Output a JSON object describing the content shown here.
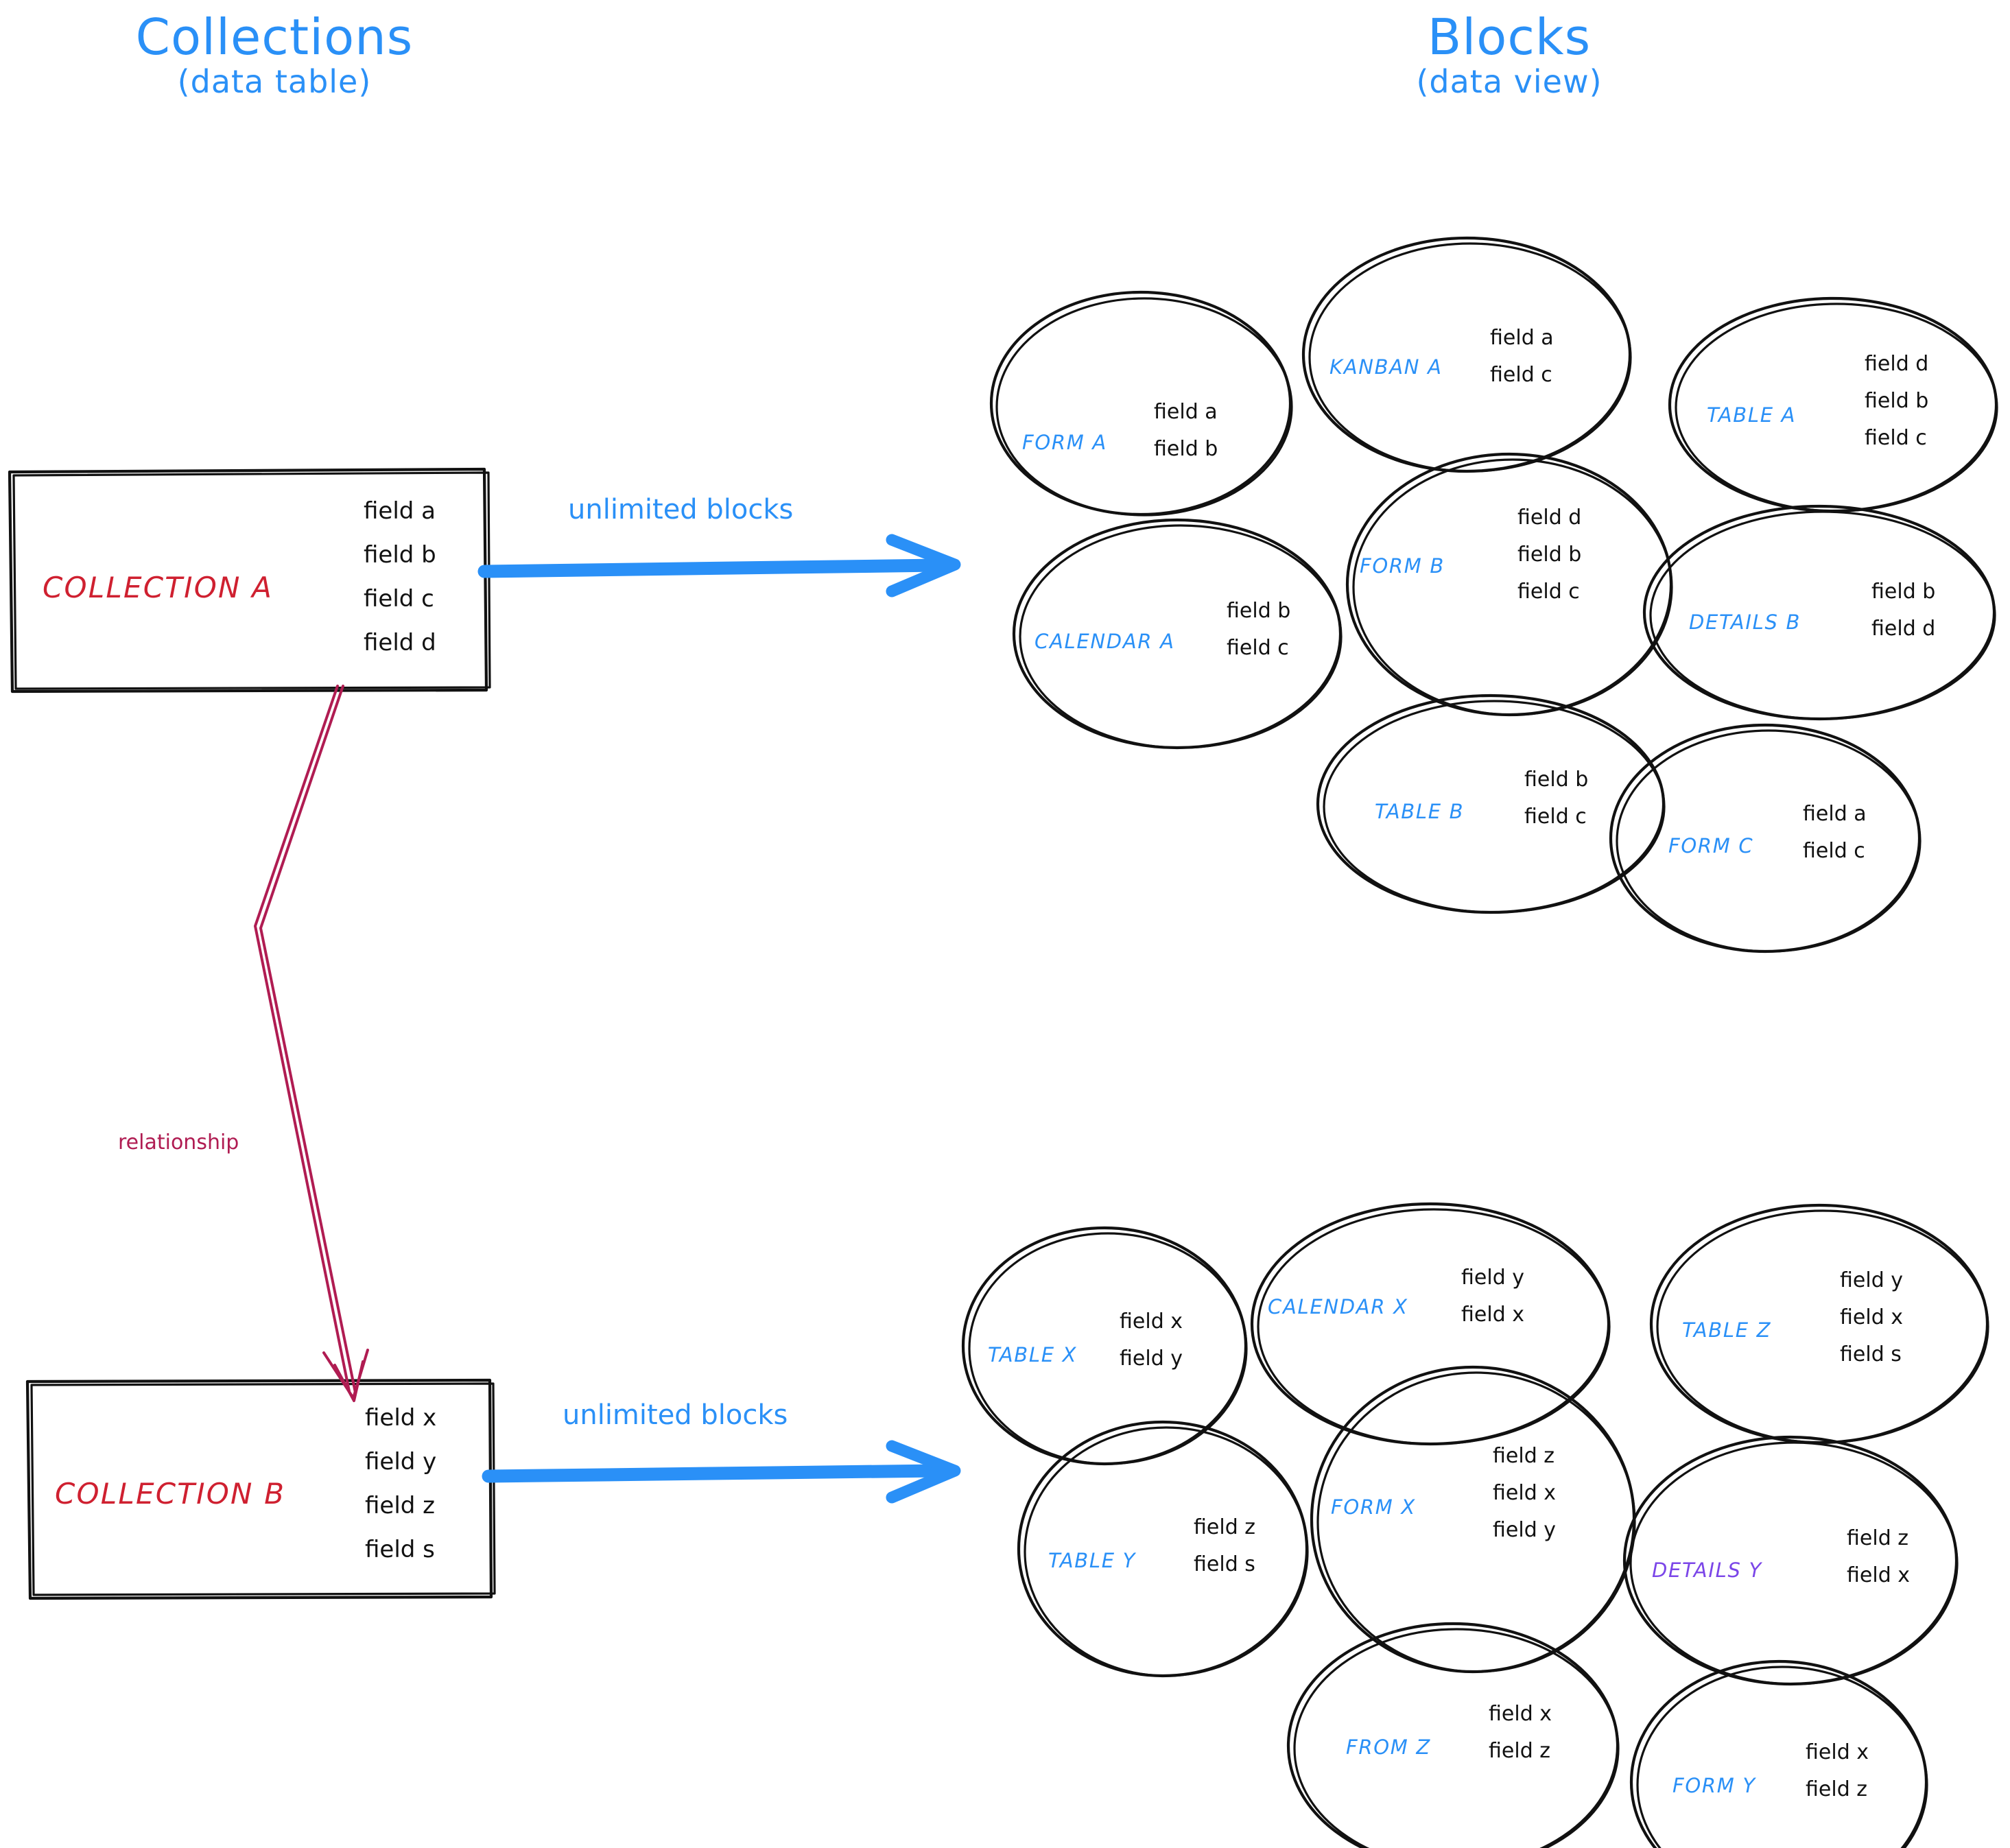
{
  "headings": {
    "left": {
      "main": "Collections",
      "sub": "(data table)"
    },
    "right": {
      "main": "Blocks",
      "sub": "(data view)"
    }
  },
  "colors": {
    "accent_blue": "#2a90f7",
    "collection_red": "#cf2030",
    "relationship_crimson": "#b01c52",
    "details_purple": "#7b46e8",
    "ink_black": "#111111"
  },
  "collections": [
    {
      "name": "COLLECTION A",
      "fields": [
        "field a",
        "field b",
        "field c",
        "field d"
      ],
      "arrow_label": "unlimited blocks"
    },
    {
      "name": "COLLECTION B",
      "fields": [
        "field x",
        "field y",
        "field z",
        "field s"
      ],
      "arrow_label": "unlimited blocks"
    }
  ],
  "relationship": {
    "label": "relationship"
  },
  "block_groups": [
    {
      "for_collection": "COLLECTION A",
      "blocks": [
        {
          "name": "FORM A",
          "fields": [
            "field a",
            "field b"
          ],
          "color": "blue"
        },
        {
          "name": "KANBAN A",
          "fields": [
            "field a",
            "field c"
          ],
          "color": "blue"
        },
        {
          "name": "TABLE A",
          "fields": [
            "field d",
            "field b",
            "field c"
          ],
          "color": "blue"
        },
        {
          "name": "CALENDAR A",
          "fields": [
            "field b",
            "field c"
          ],
          "color": "blue"
        },
        {
          "name": "FORM B",
          "fields": [
            "field d",
            "field b",
            "field c"
          ],
          "color": "blue"
        },
        {
          "name": "DETAILS B",
          "fields": [
            "field b",
            "field d"
          ],
          "color": "blue"
        },
        {
          "name": "TABLE B",
          "fields": [
            "field b",
            "field c"
          ],
          "color": "blue"
        },
        {
          "name": "FORM C",
          "fields": [
            "field a",
            "field c"
          ],
          "color": "blue"
        }
      ]
    },
    {
      "for_collection": "COLLECTION B",
      "blocks": [
        {
          "name": "TABLE X",
          "fields": [
            "field x",
            "field y"
          ],
          "color": "blue"
        },
        {
          "name": "CALENDAR X",
          "fields": [
            "field y",
            "field x"
          ],
          "color": "blue"
        },
        {
          "name": "TABLE Z",
          "fields": [
            "field y",
            "field x",
            "field s"
          ],
          "color": "blue"
        },
        {
          "name": "TABLE Y",
          "fields": [
            "field z",
            "field s"
          ],
          "color": "blue"
        },
        {
          "name": "FORM X",
          "fields": [
            "field z",
            "field x",
            "field y"
          ],
          "color": "blue"
        },
        {
          "name": "DETAILS Y",
          "fields": [
            "field z",
            "field x"
          ],
          "color": "purple"
        },
        {
          "name": "FROM Z",
          "fields": [
            "field x",
            "field z"
          ],
          "color": "blue"
        },
        {
          "name": "FORM Y",
          "fields": [
            "field x",
            "field z"
          ],
          "color": "blue"
        }
      ]
    }
  ]
}
